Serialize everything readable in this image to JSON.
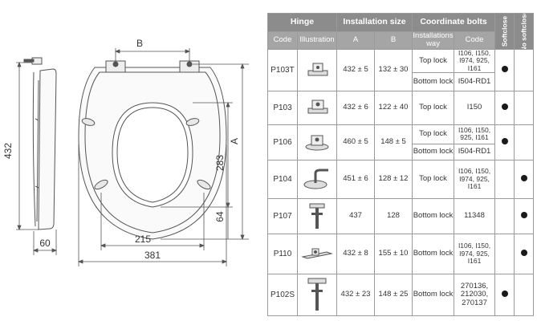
{
  "drawing": {
    "dim_432": "432",
    "dim_60": "60",
    "dim_B": "B",
    "dim_A": "A",
    "dim_283": "283",
    "dim_64": "64",
    "dim_215": "215",
    "dim_381": "381"
  },
  "table": {
    "header": {
      "hinge": "Hinge",
      "installation_size": "Installation size",
      "coordinate_bolts": "Coordinate bolts",
      "softclose": "Softclose",
      "no_softclose": "No softclose"
    },
    "subheader": {
      "code": "Code",
      "illustration": "Illustration",
      "a": "A",
      "b": "B",
      "installations_way": "Installations way",
      "code2": "Code"
    },
    "rows": [
      {
        "code": "P103T",
        "a": "432 ± 5",
        "b": "132 ± 30",
        "sub": [
          {
            "way": "Top lock",
            "bolt": "I106, I150, I974, 925, I161"
          },
          {
            "way": "Bottom lock",
            "bolt": "I504-RD1"
          }
        ],
        "softclose": true,
        "nosoft": false
      },
      {
        "code": "P103",
        "a": "432 ± 6",
        "b": "122 ± 40",
        "sub": [
          {
            "way": "Top lock",
            "bolt": "I150"
          }
        ],
        "softclose": true,
        "nosoft": false
      },
      {
        "code": "P106",
        "a": "460 ± 5",
        "b": "148 ± 5",
        "sub": [
          {
            "way": "Top lock",
            "bolt": "I106, I150, 925, I161"
          },
          {
            "way": "Bottom lock",
            "bolt": "I504-RD1"
          }
        ],
        "softclose": true,
        "nosoft": false
      },
      {
        "code": "P104",
        "a": "451 ± 6",
        "b": "128 ± 12",
        "sub": [
          {
            "way": "Top lock",
            "bolt": "I106, I150, I974, 925, I161"
          }
        ],
        "softclose": false,
        "nosoft": true
      },
      {
        "code": "P107",
        "a": "437",
        "b": "128",
        "sub": [
          {
            "way": "Bottom lock",
            "bolt": "11348"
          }
        ],
        "softclose": false,
        "nosoft": true
      },
      {
        "code": "P110",
        "a": "432 ± 8",
        "b": "155 ± 10",
        "sub": [
          {
            "way": "Bottom lock",
            "bolt": "I106, I150, I974, 925, I161"
          }
        ],
        "softclose": false,
        "nosoft": true
      },
      {
        "code": "P102S",
        "a": "432 ± 23",
        "b": "148 ± 25",
        "sub": [
          {
            "way": "Bottom lock",
            "bolt": "270136, 212030, 270137"
          }
        ],
        "softclose": true,
        "nosoft": false
      }
    ]
  },
  "colors": {
    "header_bg": "#8c8c8c",
    "subheader_bg": "#a5a5a5",
    "dot": "#1a1a1a"
  }
}
